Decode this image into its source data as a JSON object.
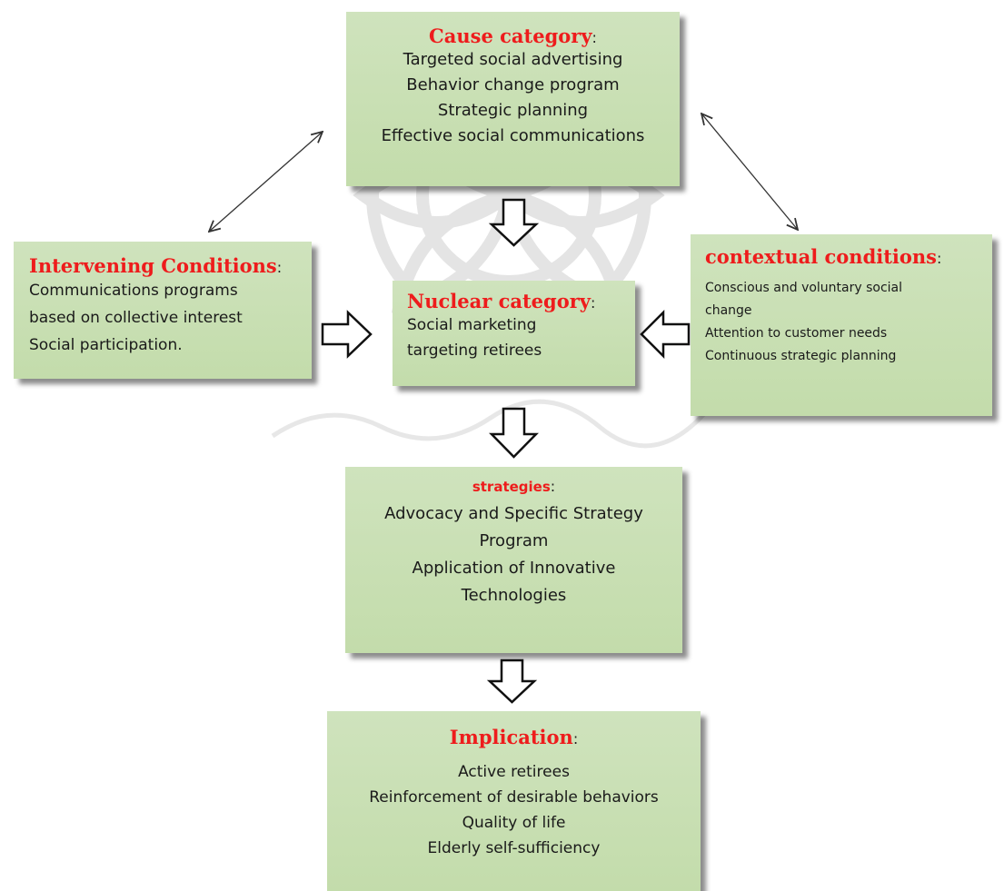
{
  "cause": {
    "title": "Cause category",
    "colon": ":",
    "items": [
      "Targeted social advertising",
      "Behavior change program",
      "Strategic planning",
      "Effective social communications"
    ]
  },
  "intervening": {
    "title": "Intervening Conditions",
    "colon": ":",
    "items": [
      "Communications programs",
      "based on collective interest",
      "Social participation."
    ]
  },
  "nuclear": {
    "title": "Nuclear category",
    "colon": ":",
    "items": [
      "Social marketing",
      "targeting retirees"
    ]
  },
  "contextual": {
    "title": "contextual conditions",
    "colon": ":",
    "items": [
      "Conscious and voluntary social",
      "change",
      "Attention to customer needs",
      "Continuous strategic planning"
    ]
  },
  "strategies": {
    "title": "strategies",
    "colon": ":",
    "items": [
      "Advocacy and Specific Strategy",
      "Program",
      "Application of Innovative",
      "Technologies"
    ]
  },
  "implication": {
    "title": "Implication",
    "colon": ":",
    "items": [
      "Active retirees",
      "Reinforcement of desirable behaviors",
      "Quality of life",
      "Elderly self-sufficiency"
    ]
  },
  "colors": {
    "box_fill": "#c6deaf",
    "title_red": "#ee1c1c",
    "watermark_gray": "#c8c8c8"
  }
}
